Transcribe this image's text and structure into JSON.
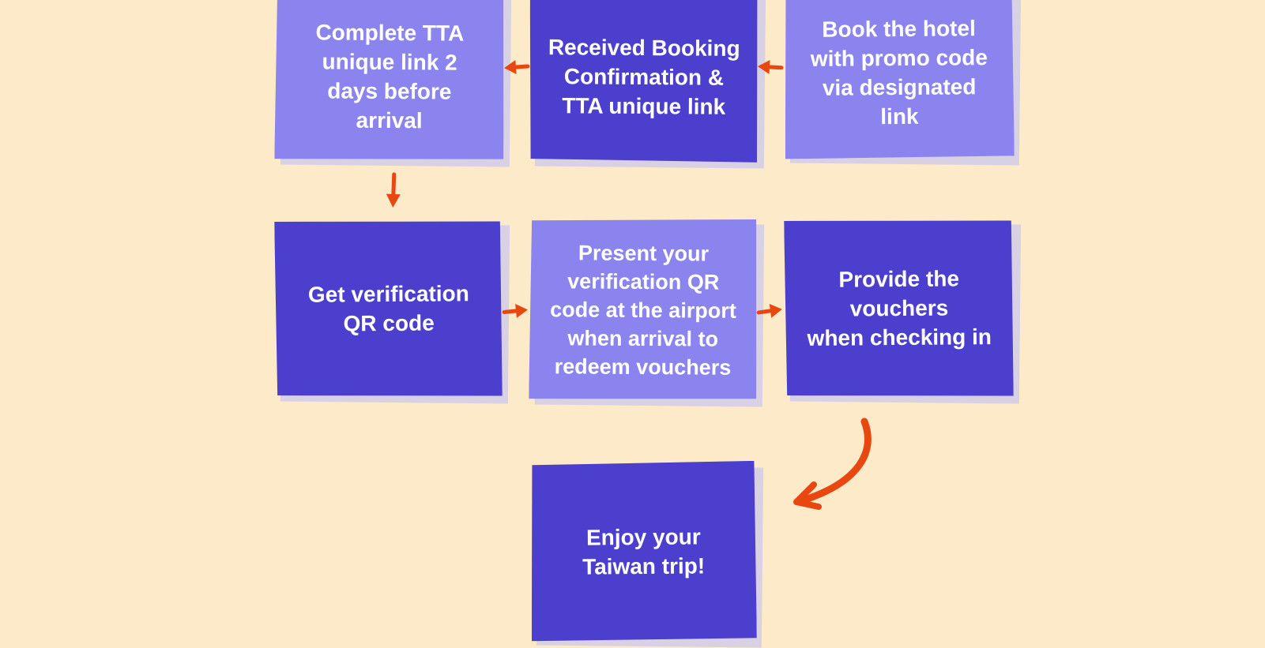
{
  "palette": {
    "background": "#fdeac8",
    "note_light": "#8b83ee",
    "note_dark": "#4c3fce",
    "text": "#ffffff",
    "arrow": "#e8480f",
    "paper_shadow": "#d8d1e3"
  },
  "flow": {
    "steps": [
      {
        "id": "book-hotel",
        "variant": "light",
        "text": "Book the hotel\nwith promo code\nvia designated\nlink"
      },
      {
        "id": "received-confirmation",
        "variant": "dark",
        "text": "Received Booking\nConfirmation &\nTTA unique link"
      },
      {
        "id": "complete-tta",
        "variant": "light",
        "text": "Complete TTA\nunique link 2\ndays before\narrival"
      },
      {
        "id": "get-qr",
        "variant": "dark",
        "text": "Get verification\nQR code"
      },
      {
        "id": "present-qr",
        "variant": "light",
        "text": "Present your\nverification QR\ncode at the airport\nwhen arrival to\nredeem vouchers"
      },
      {
        "id": "provide-vouchers",
        "variant": "dark",
        "text": "Provide the\nvouchers\nwhen checking in"
      },
      {
        "id": "enjoy-trip",
        "variant": "dark",
        "text": "Enjoy your\nTaiwan trip!"
      }
    ],
    "arrows": [
      {
        "id": "arrow-1",
        "direction": "left",
        "connects": "book-hotel to received-confirmation"
      },
      {
        "id": "arrow-2",
        "direction": "left",
        "connects": "received-confirmation to complete-tta"
      },
      {
        "id": "arrow-3",
        "direction": "down",
        "connects": "complete-tta to get-qr"
      },
      {
        "id": "arrow-4",
        "direction": "right",
        "connects": "get-qr to present-qr"
      },
      {
        "id": "arrow-5",
        "direction": "right",
        "connects": "present-qr to provide-vouchers"
      },
      {
        "id": "arrow-6",
        "direction": "curved-down-left",
        "connects": "provide-vouchers to enjoy-trip"
      }
    ]
  }
}
